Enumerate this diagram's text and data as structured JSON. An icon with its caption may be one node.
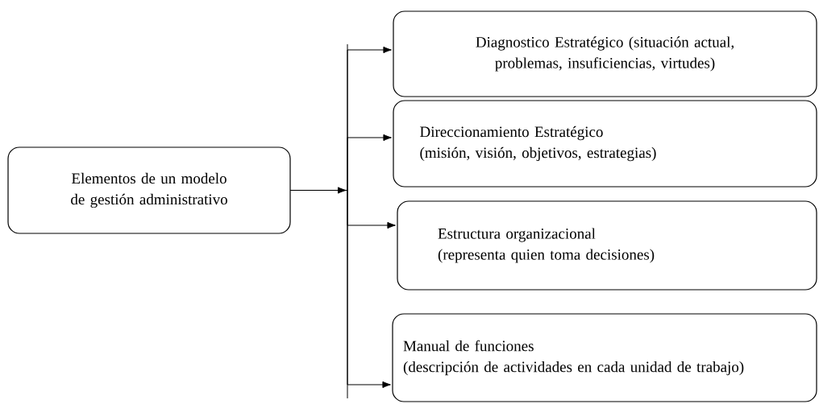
{
  "diagram": {
    "nodes": [
      {
        "text": [
          "Elementos de un modelo de gestión administrativo"
        ]
      },
      {
        "text": [
          "Diagnostico Estratégico (situación actual, problemas, insuficiencias, virtudes)"
        ]
      },
      {
        "text": [
          "Direccionamiento Estratégico",
          "(misión, visión, objetivos, estrategias)"
        ]
      },
      {
        "text": [
          "Estructura organizacional",
          "(representa quien toma decisiones)"
        ]
      },
      {
        "text": [
          "Manual de funciones",
          "(descripción de actividades en cada unidad de trabajo)"
        ]
      }
    ],
    "edges": [
      {
        "from": 0,
        "to": 1,
        "arrow": "to"
      },
      {
        "from": 0,
        "to": 2,
        "arrow": "to"
      },
      {
        "from": 0,
        "to": 3,
        "arrow": "to"
      },
      {
        "from": 0,
        "to": 4,
        "arrow": "to"
      }
    ]
  }
}
